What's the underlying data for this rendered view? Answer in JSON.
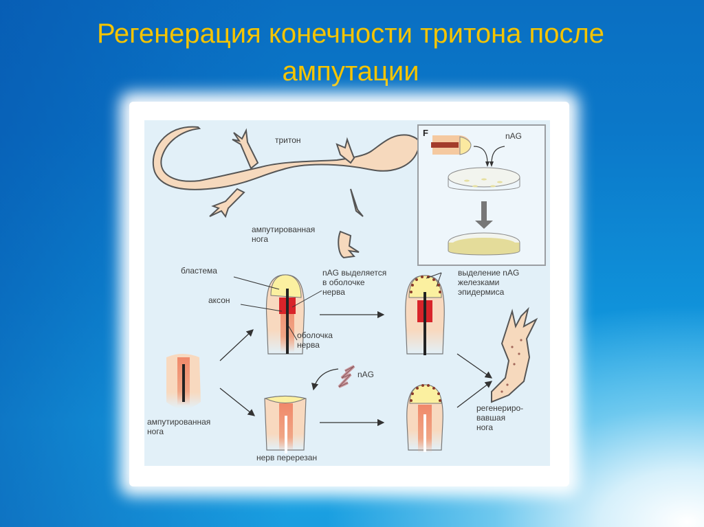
{
  "slide": {
    "title": "Регенерация конечности тритона после ампутации",
    "colors": {
      "title": "#f5c400",
      "background_top": "#0a6fc2",
      "background_bottom_right": "#ffffff",
      "panel": "#e2f0f8"
    }
  },
  "figure": {
    "newt_label": "тритон",
    "amputated_leg_top_label": [
      "ампутированная",
      "нога"
    ],
    "inset": {
      "panel_letter": "F",
      "nag_label": "nAG"
    },
    "blastema_label": "бластема",
    "axon_label": "аксон",
    "nag_nerve_label": [
      "nAG выделяется",
      "в оболочке",
      "нерва"
    ],
    "nerve_sheath_label": [
      "оболочка",
      "нерва"
    ],
    "epidermis_label": [
      "выделение nAG",
      "железками",
      "эпидермиса"
    ],
    "nag_molecule_label": "nAG",
    "amputated_leg_label": [
      "ампутированная",
      "нога"
    ],
    "nerve_cut_label": "нерв перерезан",
    "regenerated_leg_label": [
      "регенериро-",
      "вавшая",
      "нога"
    ]
  }
}
